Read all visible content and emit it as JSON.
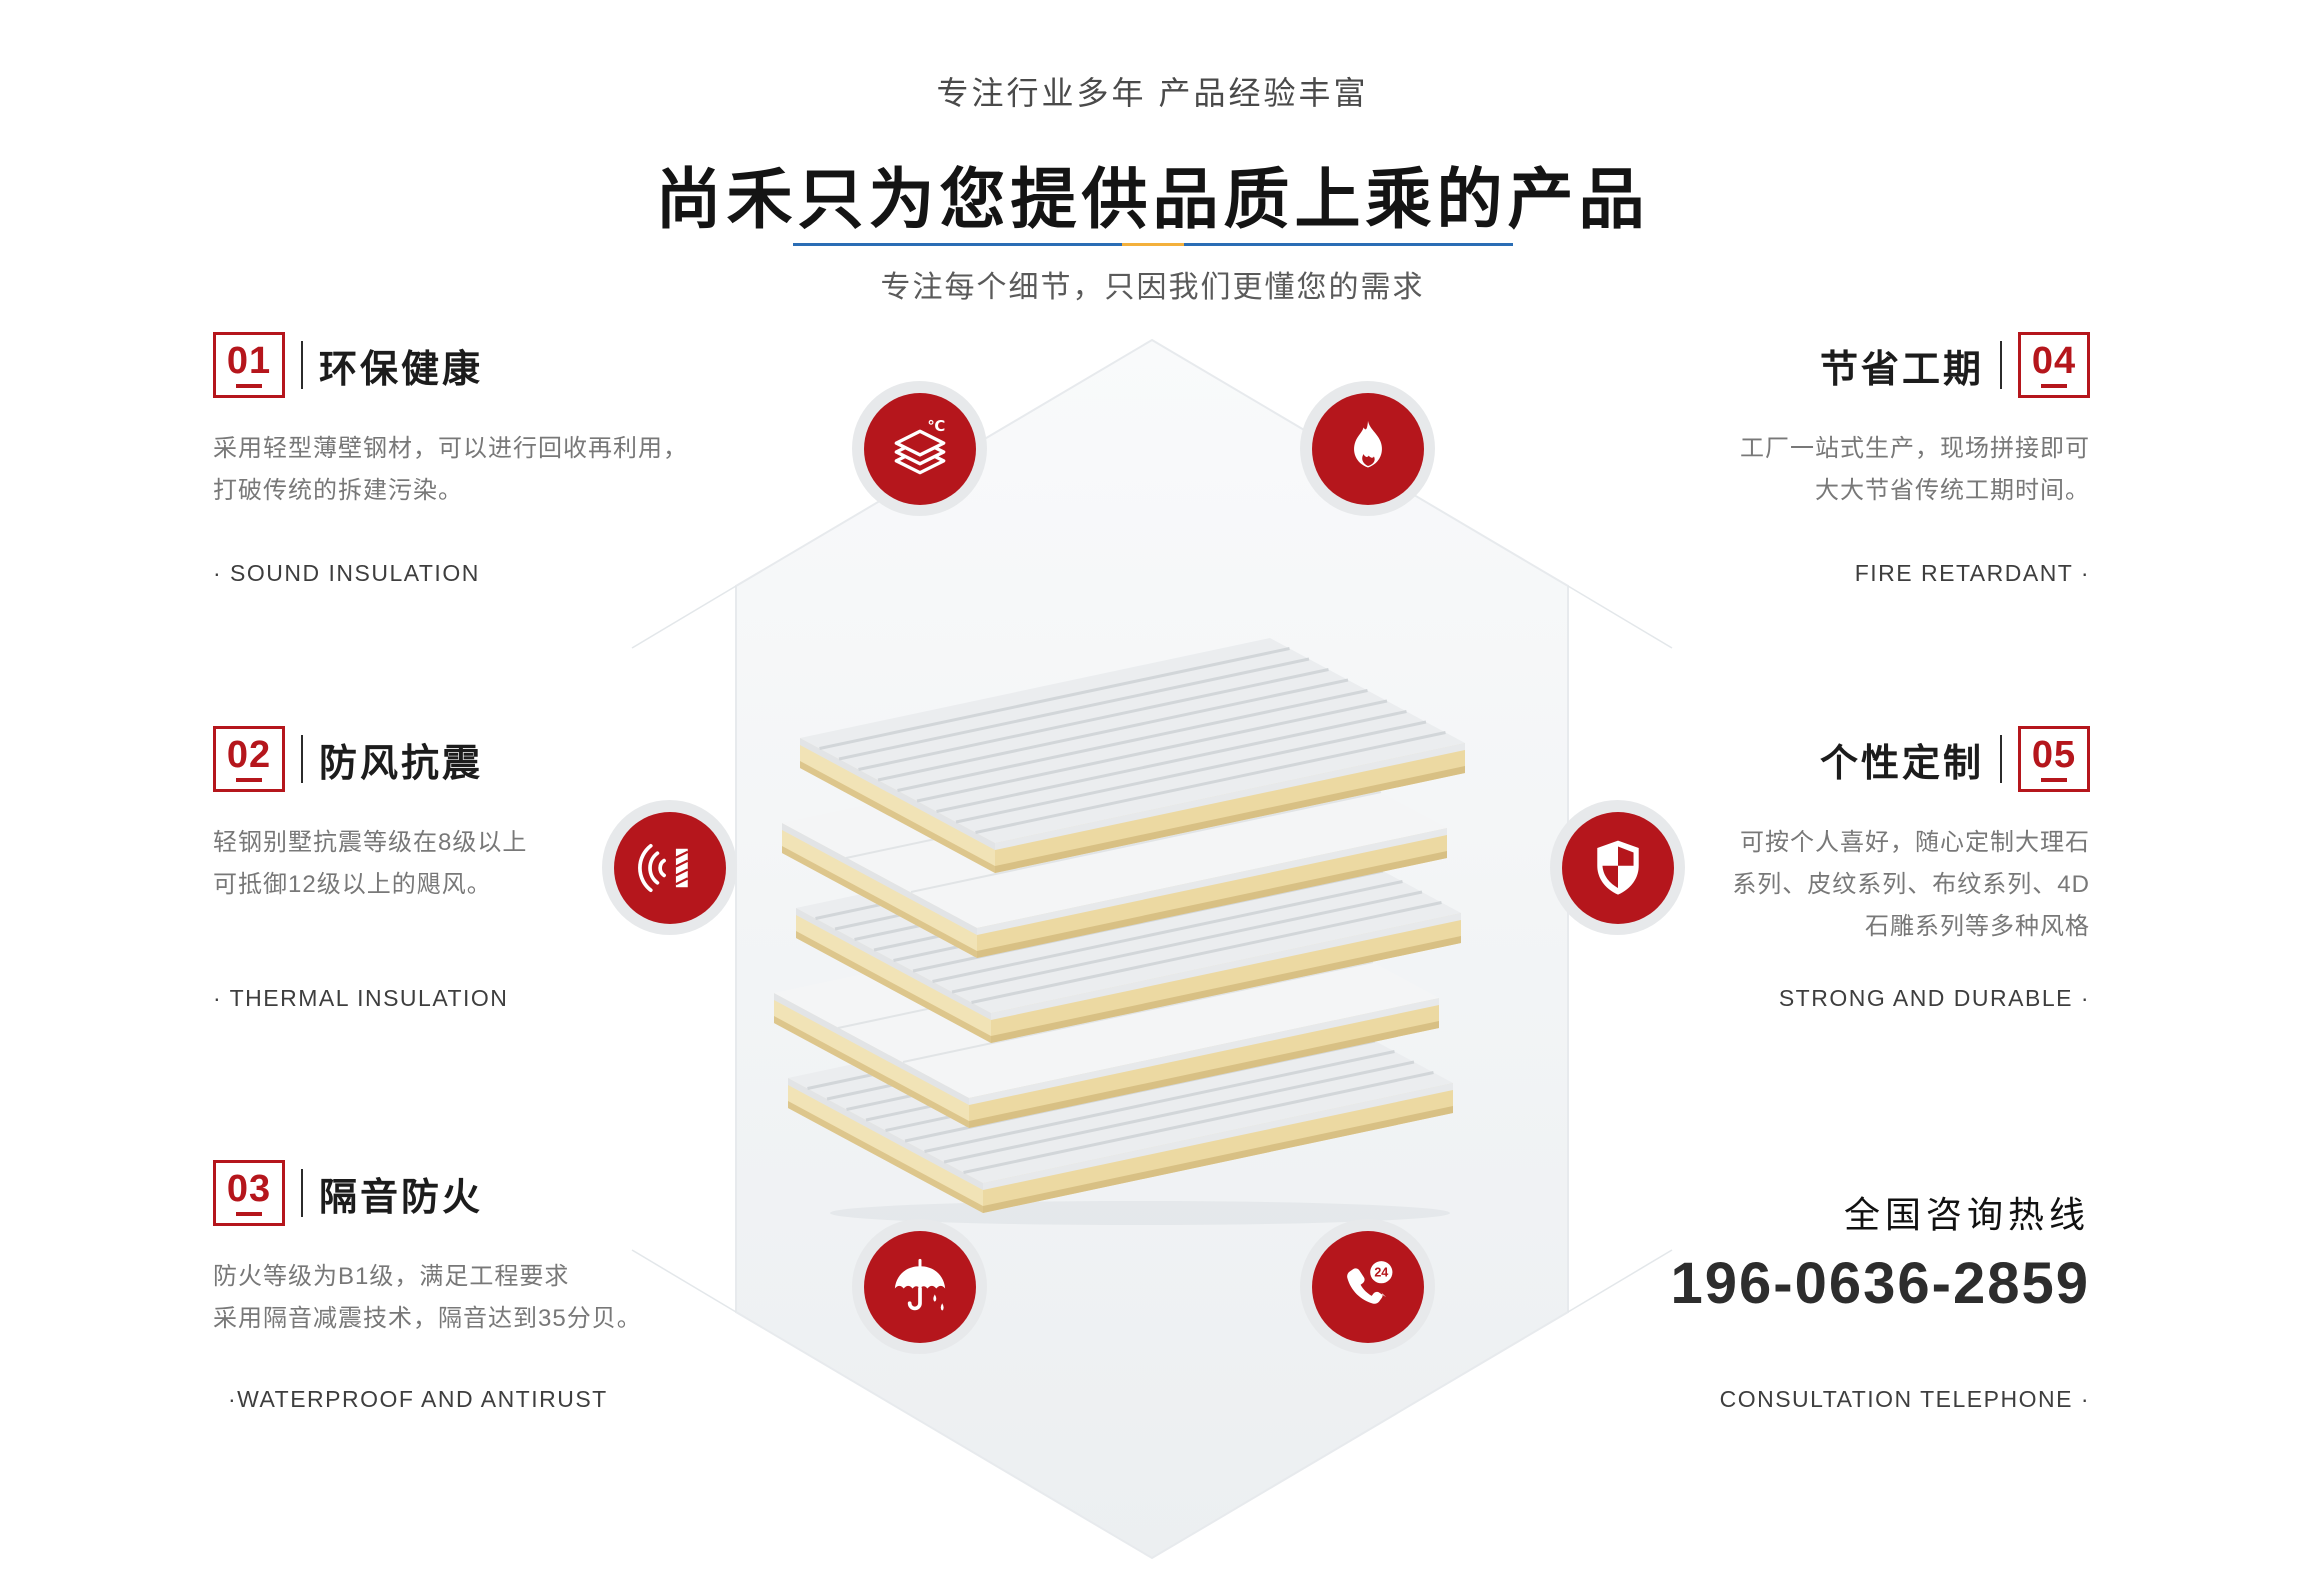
{
  "header": {
    "subtitle": "专注行业多年 产品经验丰富",
    "title": "尚禾只为您提供品质上乘的产品",
    "tagline": "专注每个细节，只因我们更懂您的需求"
  },
  "features": {
    "left": [
      {
        "num": "01",
        "title": "环保健康",
        "body": "采用轻型薄壁钢材，可以进行回收再利用，\n打破传统的拆建污染。",
        "caption": "·  SOUND INSULATION"
      },
      {
        "num": "02",
        "title": "防风抗震",
        "body": "轻钢别墅抗震等级在8级以上\n可抵御12级以上的飓风。",
        "caption": "·  THERMAL INSULATION"
      },
      {
        "num": "03",
        "title": "隔音防火",
        "body": "防火等级为B1级，满足工程要求\n采用隔音减震技术，隔音达到35分贝。",
        "caption": "·WATERPROOF AND ANTIRUST"
      }
    ],
    "right": [
      {
        "num": "04",
        "title": "节省工期",
        "body": "工厂一站式生产，现场拼接即可\n大大节省传统工期时间。",
        "caption": "FIRE RETARDANT  ·"
      },
      {
        "num": "05",
        "title": "个性定制",
        "body": "可按个人喜好，随心定制大理石\n系列、皮纹系列、布纹系列、4D\n石雕系列等多种风格",
        "caption": "STRONG AND DURABLE  ·"
      }
    ]
  },
  "hotline": {
    "label": "全国咨询热线",
    "phone": "196-0636-2859",
    "caption": "CONSULTATION TELEPHONE  ·"
  },
  "icons": {
    "thermal_layers": "stacked-sheets-with-celsius",
    "temp_symbol": "℃",
    "flame": "fire-flame",
    "sound_wave": "sound-waves-with-hatched-bar",
    "shield": "checkered-shield",
    "umbrella_rain": "umbrella-with-drops",
    "phone_24": "handset-with-24-badge",
    "phone_badge": "24"
  },
  "colors": {
    "accent_red": "#b5161c",
    "accent_blue": "#2a6db5",
    "accent_gold": "#f3b03c",
    "hexagon_fill": "#f1f3f5",
    "text_dark": "#1c1c1c",
    "text_gray": "#787878"
  }
}
